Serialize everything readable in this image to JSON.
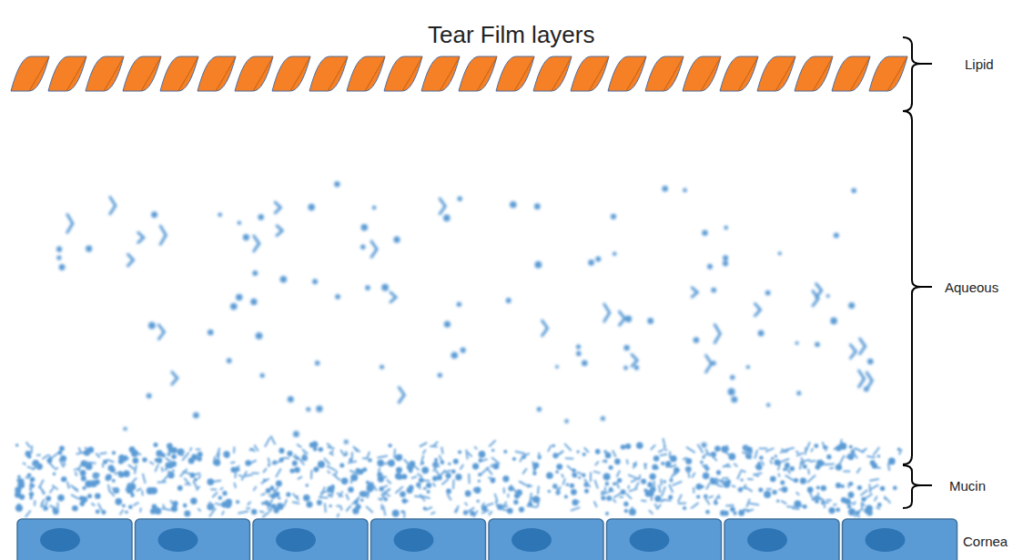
{
  "diagram": {
    "title": "Tear Film layers",
    "labels": [
      "Lipid",
      "Aqueous",
      "Mucin",
      "Cornea"
    ]
  }
}
